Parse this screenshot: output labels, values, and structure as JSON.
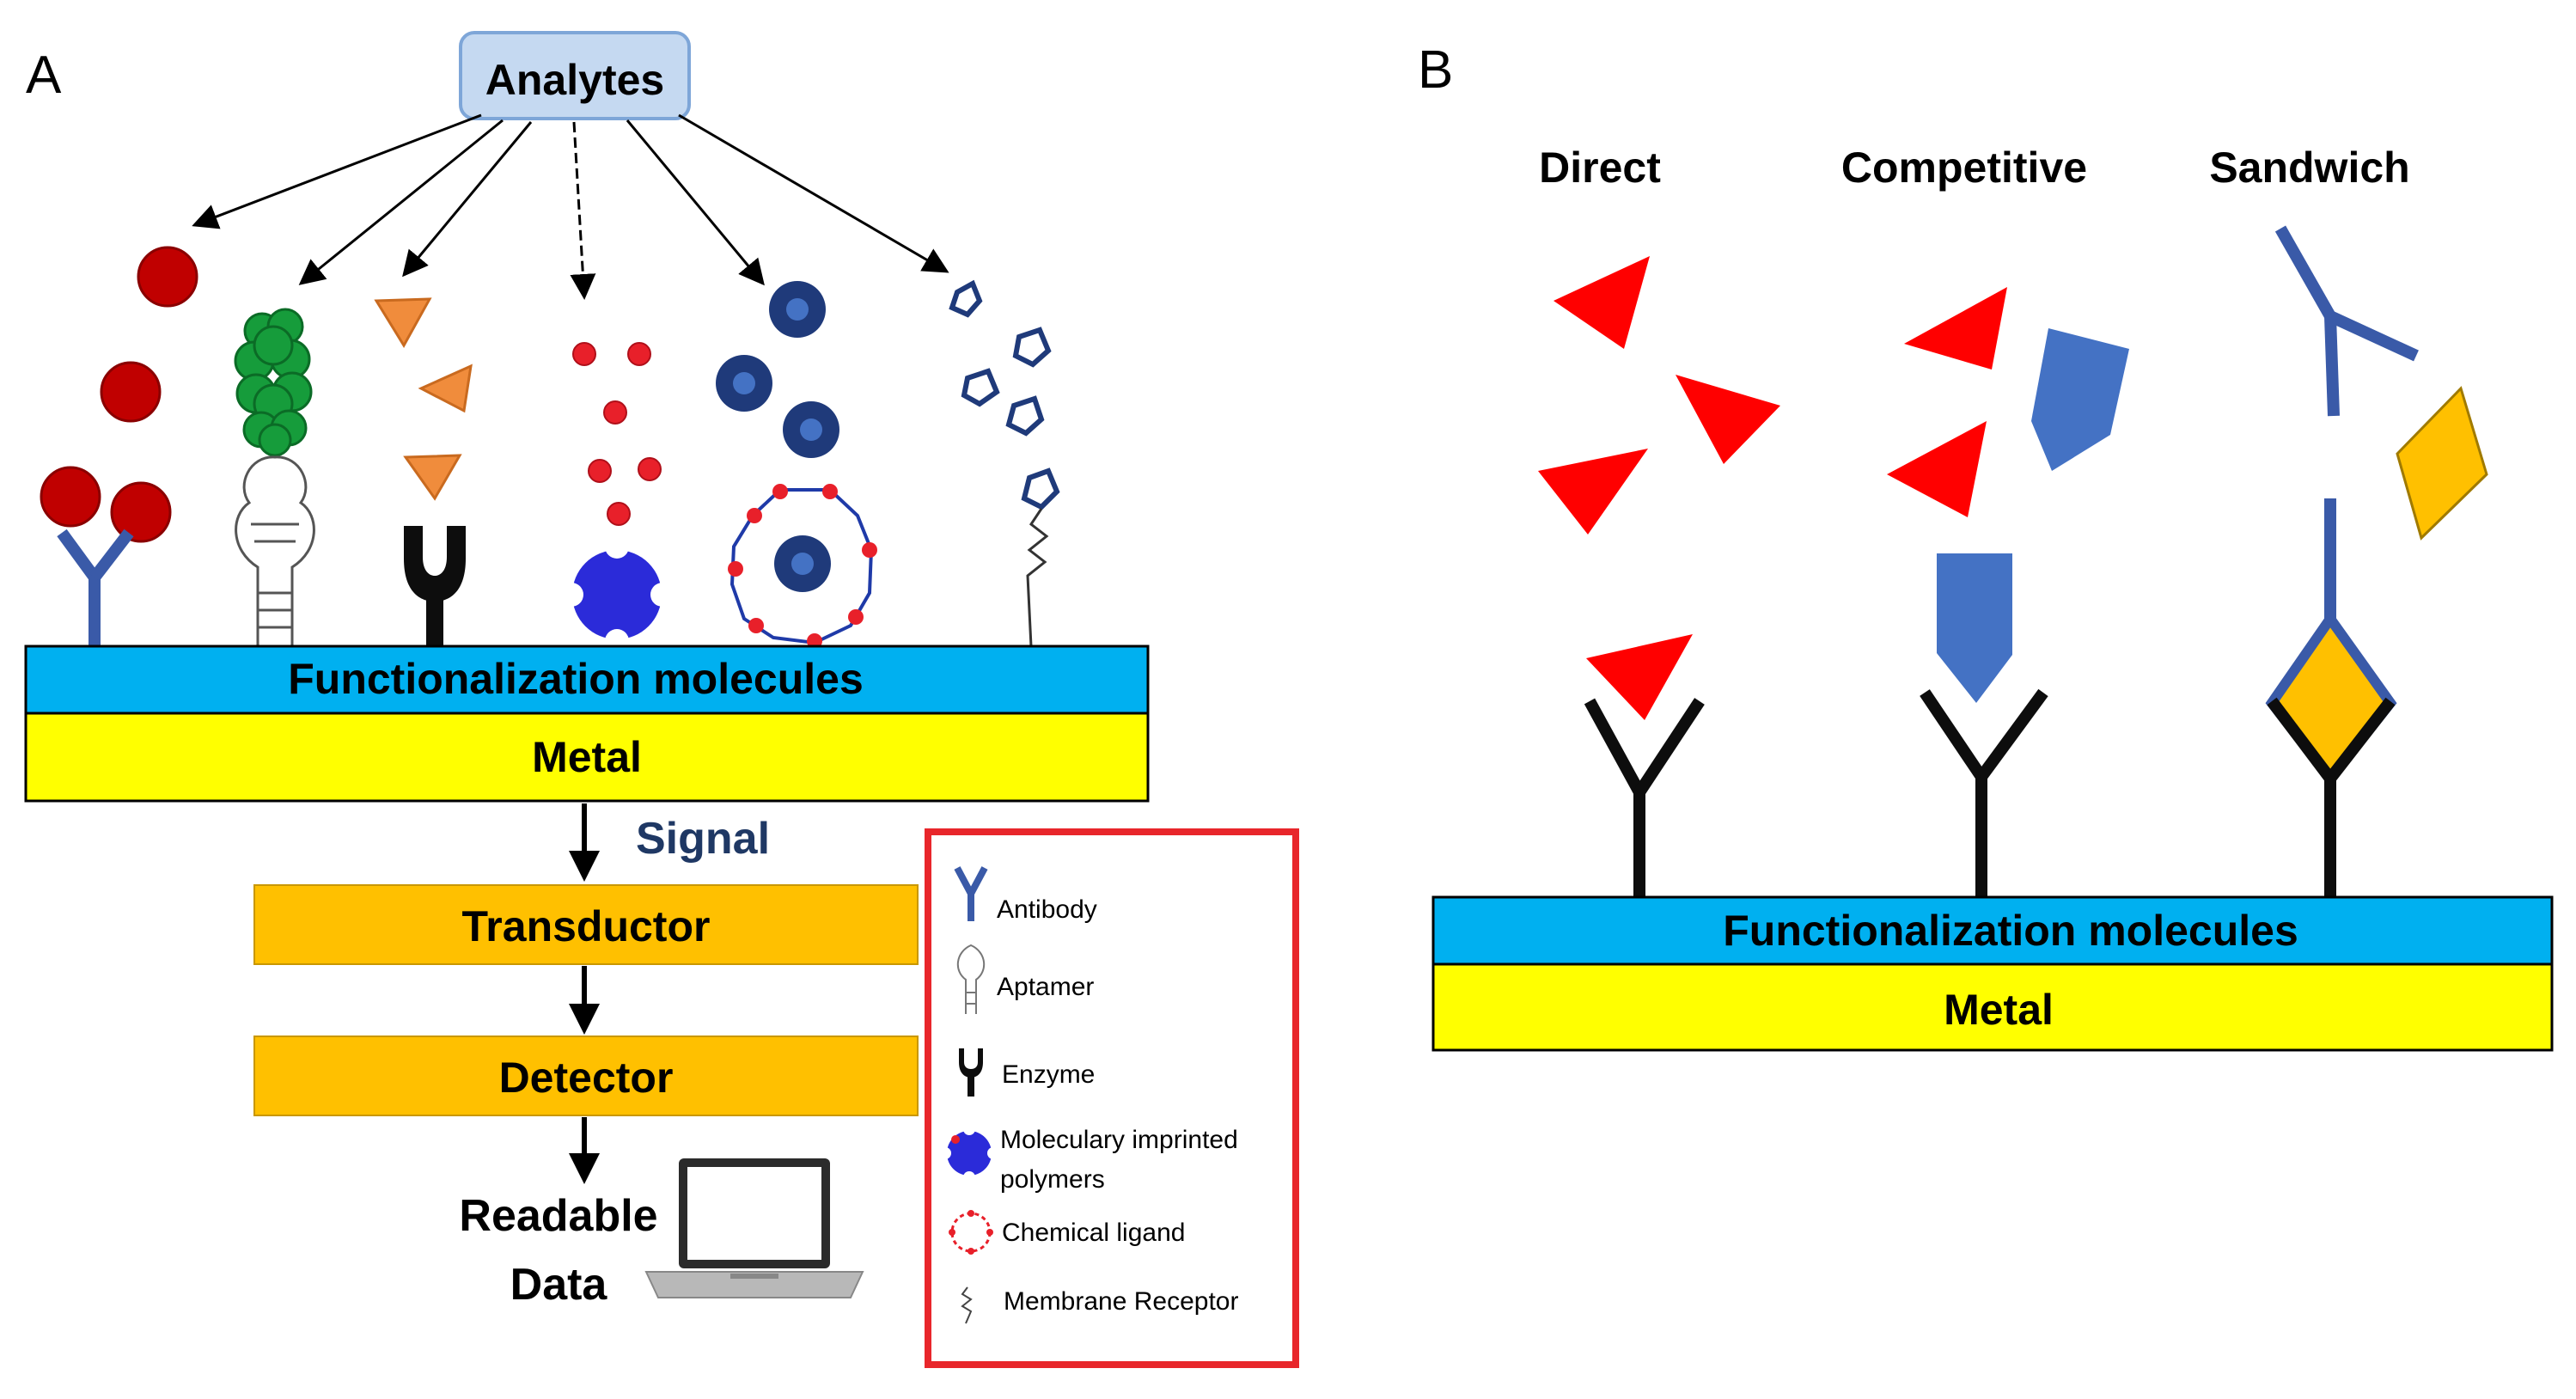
{
  "panel_a": {
    "letter": "A",
    "analytes_label": "Analytes",
    "layers": {
      "functionalization": "Functionalization molecules",
      "metal": "Metal"
    },
    "signal_label": "Signal",
    "transductor_label": "Transductor",
    "detector_label": "Detector",
    "readable_line1": "Readable",
    "readable_line2": "Data",
    "legend": {
      "antibody": "Antibody",
      "aptamer": "Aptamer",
      "enzyme": "Enzyme",
      "mip_line1": "Moleculary imprinted",
      "mip_line2": "polymers",
      "chemical_ligand": "Chemical ligand",
      "membrane_receptor": "Membrane Receptor"
    }
  },
  "panel_b": {
    "letter": "B",
    "direct_label": "Direct",
    "competitive_label": "Competitive",
    "sandwich_label": "Sandwich",
    "layers": {
      "functionalization": "Functionalization molecules",
      "metal": "Metal"
    }
  },
  "colors": {
    "functionalization_layer": "#00b0f0",
    "metal_layer": "#ffff00",
    "process_box": "#ffc000",
    "analytes_box": "#c5d9f1",
    "legend_border": "#e8262b",
    "signal_text": "#1f3864",
    "antibody_blue": "#3a5aa8",
    "red_sphere": "#c00000",
    "aptamer_green": "#169c3b",
    "orange_triangle": "#f08c3c",
    "navy": "#1f3a7a",
    "red_triangle": "#ff0000",
    "blue_pentagon": "#4472c4",
    "gold_diamond": "#ffc000"
  }
}
